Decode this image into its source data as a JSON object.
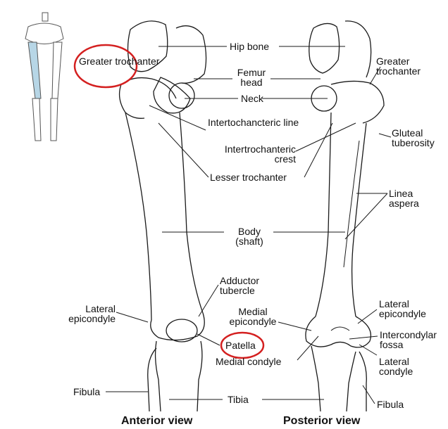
{
  "labels": {
    "greater_trochanter_left": "Greater trochanter",
    "hip_bone": "Hip bone",
    "greater_trochanter_right": "Greater trochanter",
    "femur_head": "Femur head",
    "neck": "Neck",
    "intertrochanteric_line": "Intertochancteric line",
    "gluteal_tuberosity": "Gluteal tuberosity",
    "intertrochanteric_crest": "Intertrochanteric crest",
    "lesser_trochanter": "Lesser trochanter",
    "linea_aspera": "Linea aspera",
    "body_shaft": "Body (shaft)",
    "adductor_tubercle": "Adductor tubercle",
    "lateral_epicondyle_left": "Lateral epicondyle",
    "medial_epicondyle": "Medial epicondyle",
    "lateral_epicondyle_right": "Lateral epicondyle",
    "intercondylar_fossa": "Intercondylar fossa",
    "patella": "Patella",
    "medial_condyle": "Medial condyle",
    "lateral_condyle": "Lateral condyle",
    "fibula_left": "Fibula",
    "tibia": "Tibia",
    "fibula_right": "Fibula"
  },
  "titles": {
    "anterior": "Anterior view",
    "posterior": "Posterior view"
  },
  "colors": {
    "highlight_circle": "#d42020",
    "bone_outline": "#1a1a1a",
    "inset_highlight": "#b7d6e6"
  }
}
